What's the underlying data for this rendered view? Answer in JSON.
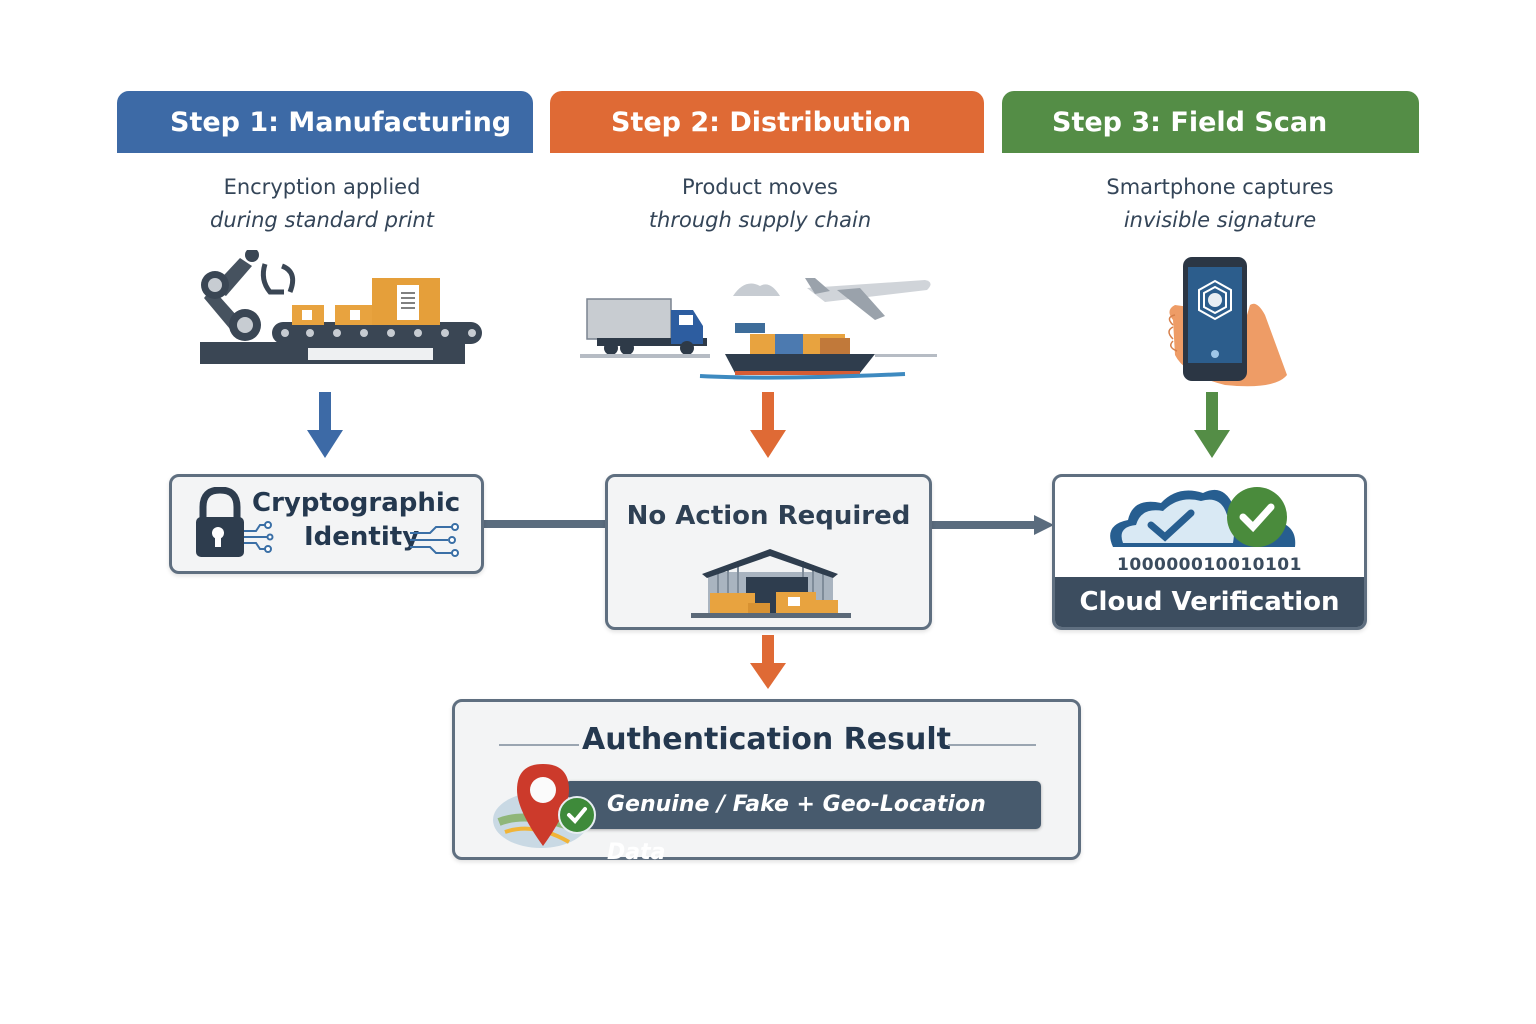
{
  "steps": [
    {
      "title": "Step 1: Manufacturing",
      "desc_line1": "Encryption applied",
      "desc_line2": "during standard print",
      "color": "#3d6aa6",
      "illustration": "robot-arm-conveyor"
    },
    {
      "title": "Step 2: Distribution",
      "desc_line1": "Product moves",
      "desc_line2": "through supply chain",
      "color": "#df6a35",
      "illustration": "truck-ship-plane"
    },
    {
      "title": "Step 3: Field Scan",
      "desc_line1": "Smartphone captures",
      "desc_line2": "invisible signature",
      "color": "#548d46",
      "illustration": "hand-holding-smartphone"
    }
  ],
  "boxes": {
    "crypto": {
      "line1": "Cryptographic",
      "line2": "Identity",
      "icon": "padlock-circuit-icon"
    },
    "no_action": {
      "label": "No Action Required",
      "icon": "warehouse-icon"
    },
    "cloud": {
      "binary": "100000010010101",
      "label": "Cloud Verification",
      "icon": "cloud-check-icon"
    },
    "result": {
      "title": "Authentication Result",
      "pill": "Genuine / Fake + Geo-Location Data",
      "icon": "map-pin-check-icon"
    }
  },
  "colors": {
    "blue": "#3d6aa6",
    "orange": "#df6a35",
    "green": "#548d46",
    "dark": "#3c4d5f",
    "connector": "#5a6c7e"
  }
}
